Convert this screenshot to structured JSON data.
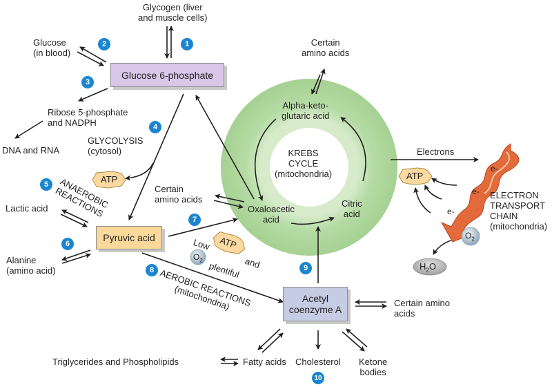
{
  "title": "Glucose metabolism pathways overview",
  "colors": {
    "badge": "#1b86cf",
    "glucose6p_box": "#d9c6e8",
    "pyruvic_box": "#fad99a",
    "acetyl_box": "#c6cce3",
    "krebs_ring": "#a9d498",
    "etc_chain": "#e36a3a",
    "atp_star": "#fbd9a0",
    "oxygen": "#b8cdd8",
    "water": "#b5b5b5"
  },
  "nodes": {
    "glycogen": "Glycogen (liver\nand muscle cells)",
    "glucose_blood": "Glucose\n(in blood)",
    "glucose6p": "Glucose 6-phosphate",
    "ribose": "Ribose 5-phosphate\nand NADPH",
    "dna_rna": "DNA and RNA",
    "glycolysis": "GLYCOLYSIS\n(cytosol)",
    "anaerobic": "ANAEROBIC\nREACTIONS",
    "lactic": "Lactic acid",
    "pyruvic": "Pyruvic acid",
    "alanine": "Alanine\n(amino acid)",
    "amino_oxalo": "Certain\namino acids",
    "low_o2": "Low",
    "and": "and",
    "plentiful": "plentiful",
    "aerobic": "AEROBIC REACTIONS\n(mitochondria)",
    "amino_alpha": "Certain\namino acids",
    "alpha": "Alpha-keto-\nglutaric acid",
    "krebs": "KREBS\nCYCLE\n(mitochondria)",
    "oxaloacetic": "Oxaloacetic\nacid",
    "citric": "Citric\nacid",
    "electrons": "Electrons",
    "etc": "ELECTRON\nTRANSPORT\nCHAIN\n(mitochondria)",
    "electron_mark": "e-",
    "acetyl": "Acetyl\ncoenzyme A",
    "amino_acetyl": "Certain amino\nacids",
    "triglycerides": "Triglycerides and Phospholipids",
    "fatty": "Fatty acids",
    "cholesterol": "Cholesterol",
    "ketone": "Ketone\nbodies",
    "atp": "ATP",
    "o2": "O",
    "o2_sub": "2",
    "h2o_h": "H",
    "h2o_sub": "2",
    "h2o_o": "O"
  },
  "badges": [
    "1",
    "2",
    "3",
    "4",
    "5",
    "6",
    "7",
    "8",
    "9",
    "10"
  ]
}
